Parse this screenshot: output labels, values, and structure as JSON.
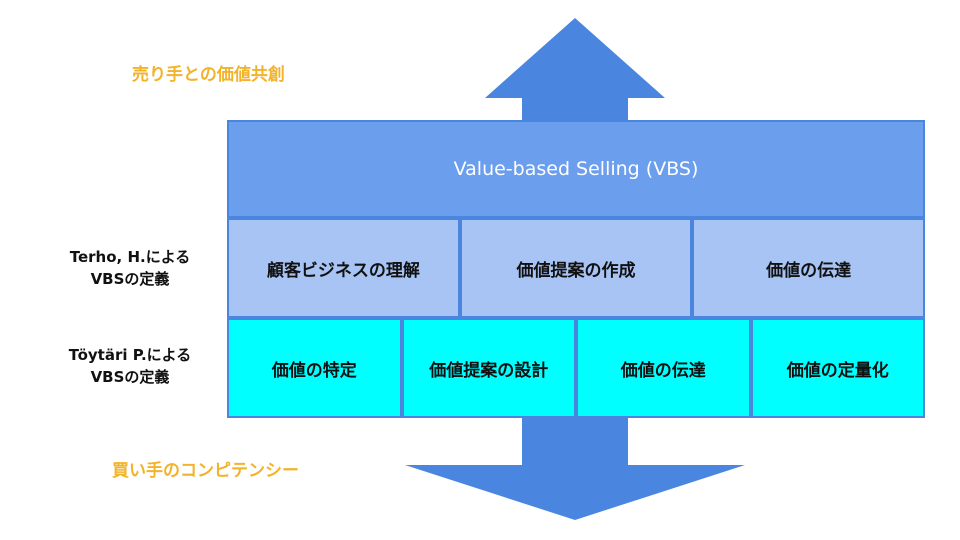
{
  "colors": {
    "arrow": "#4a86e0",
    "vbs_bar": "#6b9eec",
    "terho_cells": "#a8c4f4",
    "toytari_cells": "#00ffff",
    "side_labels": "#f2b32a"
  },
  "top_label": "売り手との価値共創",
  "bottom_label": "買い手のコンピテンシー",
  "vbs_title": "Value-based Selling (VBS)",
  "terho": {
    "label_line1": "Terho, H.による",
    "label_line2": "VBSの定義",
    "cells": [
      "顧客ビジネスの理解",
      "価値提案の作成",
      "価値の伝達"
    ]
  },
  "toytari": {
    "label_line1": "Töytäri P.による",
    "label_line2": "VBSの定義",
    "cells": [
      "価値の特定",
      "価値提案の設計",
      "価値の伝達",
      "価値の定量化"
    ]
  }
}
